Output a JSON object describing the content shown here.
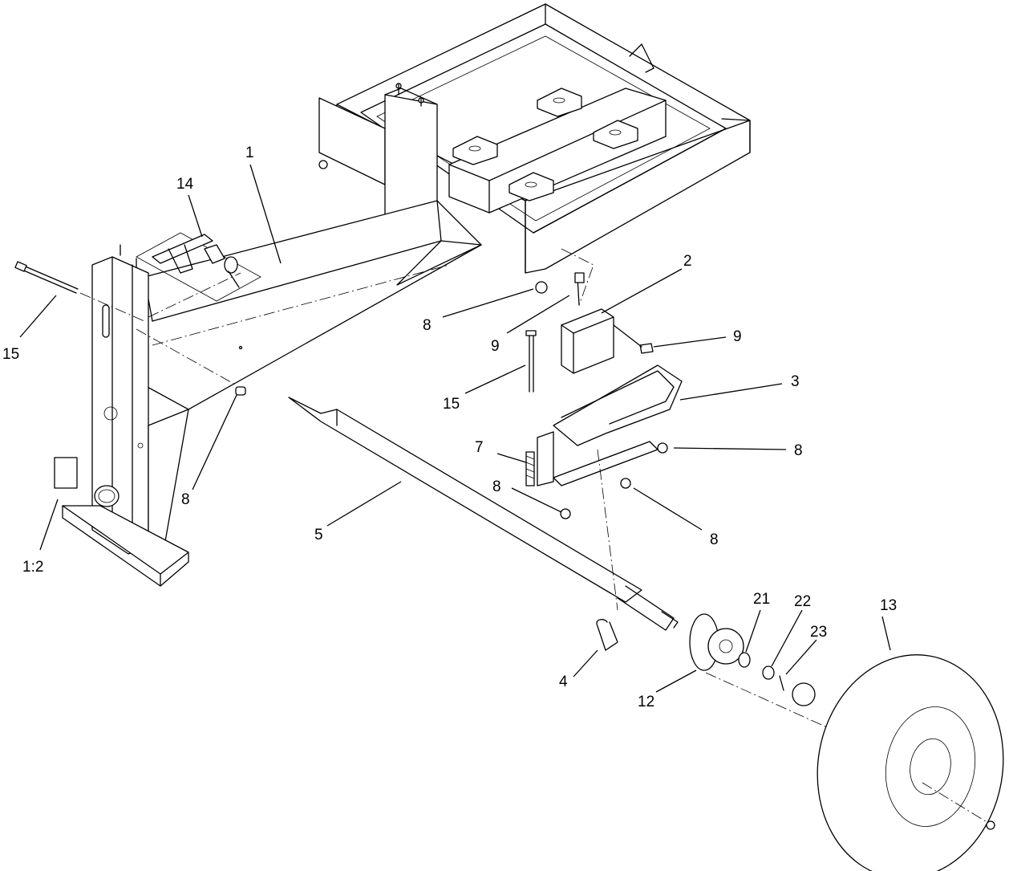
{
  "callouts": {
    "c1": "1",
    "c1_2": "1:2",
    "c2": "2",
    "c3": "3",
    "c4": "4",
    "c5": "5",
    "c7": "7",
    "c8a": "8",
    "c8b": "8",
    "c8c": "8",
    "c8d": "8",
    "c8e": "8",
    "c9a": "9",
    "c9b": "9",
    "c12": "12",
    "c13": "13",
    "c14": "14",
    "c15a": "15",
    "c15b": "15",
    "c21": "21",
    "c22": "22",
    "c23": "23"
  }
}
